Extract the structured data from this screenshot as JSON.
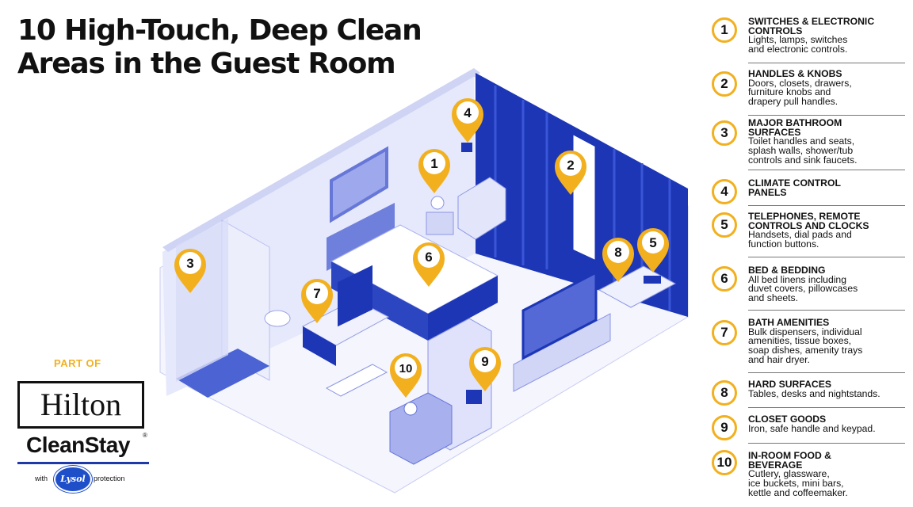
{
  "title_lines": [
    "10 High-Touch, Deep Clean",
    "Areas in the Guest Room"
  ],
  "brand": {
    "part_of": "PART OF",
    "hilton": "Hilton",
    "cleanstay": "CleanStay",
    "registered": "®",
    "with": "with",
    "lysol": "Lysol",
    "protection": "protection"
  },
  "legend": [
    {
      "num": "1",
      "head": [
        "SWITCHES & ELECTRONIC",
        "CONTROLS"
      ],
      "desc": [
        "Lights, lamps, switches",
        "and electronic controls."
      ]
    },
    {
      "num": "2",
      "head": [
        "HANDLES & KNOBS"
      ],
      "desc": [
        "Doors, closets, drawers,",
        "furniture knobs and",
        "drapery pull handles."
      ]
    },
    {
      "num": "3",
      "head": [
        "MAJOR BATHROOM",
        "SURFACES"
      ],
      "desc": [
        "Toilet handles and seats,",
        "splash walls, shower/tub",
        "controls and sink faucets."
      ]
    },
    {
      "num": "4",
      "head": [
        "CLIMATE CONTROL",
        "PANELS"
      ],
      "desc": []
    },
    {
      "num": "5",
      "head": [
        "TELEPHONES, REMOTE",
        "CONTROLS AND CLOCKS"
      ],
      "desc": [
        "Handsets, dial pads and",
        "function buttons."
      ]
    },
    {
      "num": "6",
      "head": [
        "BED & BEDDING"
      ],
      "desc": [
        "All bed linens including",
        "duvet covers, pillowcases",
        "and sheets."
      ]
    },
    {
      "num": "7",
      "head": [
        "BATH AMENITIES"
      ],
      "desc": [
        "Bulk dispensers, individual",
        "amenities, tissue boxes,",
        "soap dishes, amenity trays",
        "and hair dryer."
      ]
    },
    {
      "num": "8",
      "head": [
        "HARD SURFACES"
      ],
      "desc": [
        "Tables, desks and nightstands."
      ]
    },
    {
      "num": "9",
      "head": [
        "CLOSET GOODS"
      ],
      "desc": [
        "Iron, safe handle and keypad."
      ]
    },
    {
      "num": "10",
      "head": [
        "IN-ROOM FOOD &",
        "BEVERAGE"
      ],
      "desc": [
        "Cutlery, glassware,",
        "ice buckets, mini bars,",
        "kettle and coffeemaker."
      ]
    }
  ],
  "pins": [
    "1",
    "2",
    "3",
    "4",
    "5",
    "6",
    "7",
    "8",
    "9",
    "10"
  ],
  "colors": {
    "pin": "#f2b01e",
    "drape": "#1c36b5",
    "wall": "#e6e8fb",
    "floor": "#f4f5fd",
    "accent": "#1e3aa8"
  }
}
